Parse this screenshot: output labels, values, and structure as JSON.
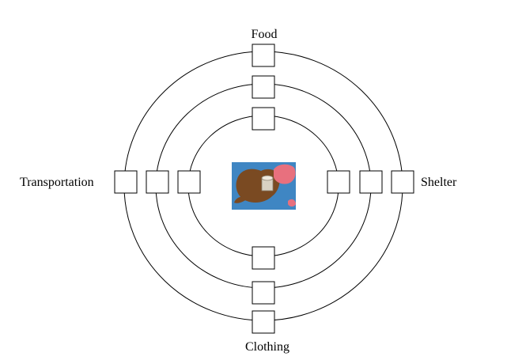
{
  "labels": {
    "top": "Food",
    "left": "Transportation",
    "right": "Shelter",
    "bottom": "Clothing"
  },
  "colors": {
    "line": "#000000",
    "water": "#3f86c3",
    "land": "#7a4a22",
    "accent": "#e8707e"
  }
}
